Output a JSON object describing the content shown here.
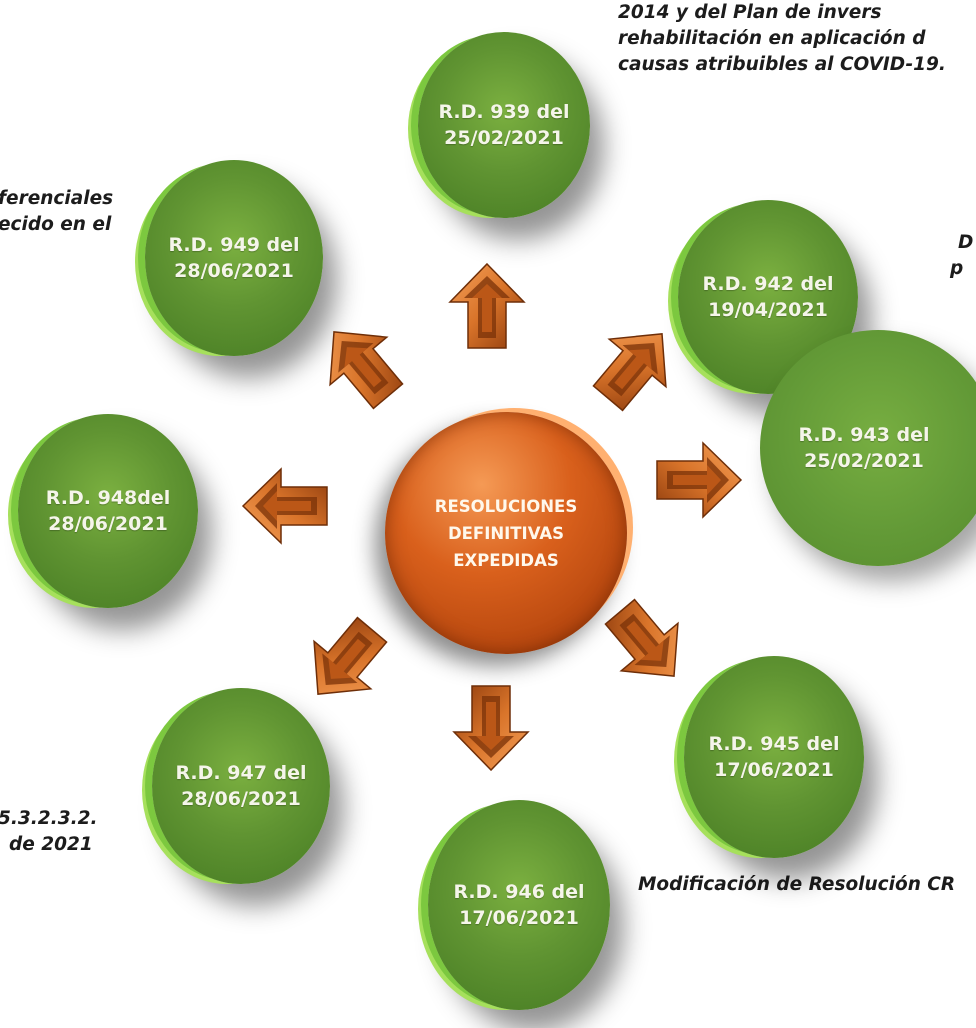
{
  "center": {
    "label": "RESOLUCIONES\nDEFINITIVAS\nEXPEDIDAS"
  },
  "nodes": [
    {
      "id": "rd-939",
      "label": "R.D. 939 del\n25/02/2021"
    },
    {
      "id": "rd-942",
      "label": "R.D. 942 del\n19/04/2021"
    },
    {
      "id": "rd-943",
      "label": "R.D. 943 del\n25/02/2021"
    },
    {
      "id": "rd-945",
      "label": "R.D. 945 del\n17/06/2021"
    },
    {
      "id": "rd-946",
      "label": "R.D. 946 del\n17/06/2021"
    },
    {
      "id": "rd-947",
      "label": "R.D. 947 del\n28/06/2021"
    },
    {
      "id": "rd-948",
      "label": "R.D. 948del\n28/06/2021"
    },
    {
      "id": "rd-949",
      "label": "R.D. 949 del\n28/06/2021"
    }
  ],
  "annotations": {
    "top_right": [
      "2014 y del Plan de invers",
      "rehabilitación en aplicación d",
      "causas atribuibles al COVID-19."
    ],
    "left_upper": [
      "ferenciales",
      "ecido en el"
    ],
    "right_upper": [
      "D",
      "p"
    ],
    "left_lower": [
      "5.3.2.3.2.",
      "de 2021"
    ],
    "bottom_right": [
      "Modificación de Resolución CR"
    ]
  },
  "colors": {
    "node_green": "#609432",
    "node_rim": "#7cc83f",
    "center_orange": "#d9601c",
    "arrow_orange": "#d9742a",
    "text_light": "#f5f5ea",
    "annotation_text": "#1c1c1c"
  }
}
